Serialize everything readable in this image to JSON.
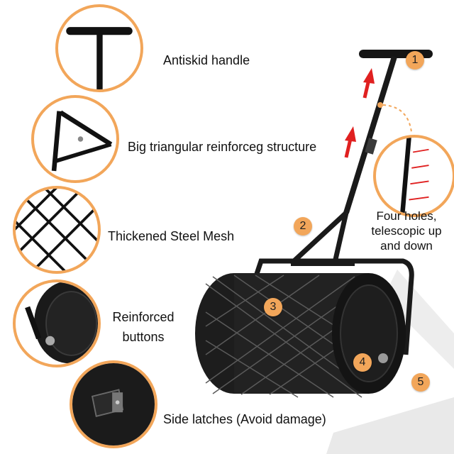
{
  "features": [
    {
      "id": "handle",
      "label": "Antiskid handle"
    },
    {
      "id": "triangle",
      "label": "Big triangular reinforceg structure"
    },
    {
      "id": "mesh",
      "label": "Thickened Steel Mesh"
    },
    {
      "id": "buttons",
      "label_line1": "Reinforced",
      "label_line2": "buttons"
    },
    {
      "id": "latches",
      "label": "Side latches (Avoid damage)"
    }
  ],
  "holes_note": {
    "line1": "Four holes,",
    "line2": "telescopic up",
    "line3": "and down"
  },
  "badges": [
    "1",
    "2",
    "3",
    "4",
    "5"
  ],
  "colors": {
    "accent": "#f2a65a",
    "arrow": "#e02020",
    "steel": "#111111"
  }
}
